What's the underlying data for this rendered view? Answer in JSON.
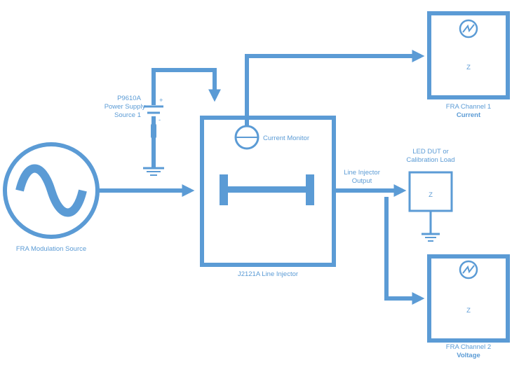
{
  "colors": {
    "line": "#5b9bd5",
    "background": "#ffffff"
  },
  "labels": {
    "modulation_source": "FRA Modulation Source",
    "power_supply_line1": "P9610A",
    "power_supply_line2": "Power Supply",
    "power_supply_line3": "Source 1",
    "plus": "+",
    "minus": "-",
    "current_monitor": "Current Monitor",
    "line_injector": "J2121A Line Injector",
    "injector_output_line1": "Line Injector",
    "injector_output_line2": "Output",
    "load_line1": "LED DUT or",
    "load_line2": "Calibration Load",
    "load_symbol": "Z",
    "channel1_name": "FRA Channel 1",
    "channel1_type": "Current",
    "channel1_symbol": "Z",
    "channel2_name": "FRA Channel 2",
    "channel2_type": "Voltage",
    "channel2_symbol": "Z"
  },
  "icons": [
    "sine-wave-icon",
    "current-monitor-icon",
    "battery-icon",
    "ground-icon",
    "meter-icon"
  ]
}
